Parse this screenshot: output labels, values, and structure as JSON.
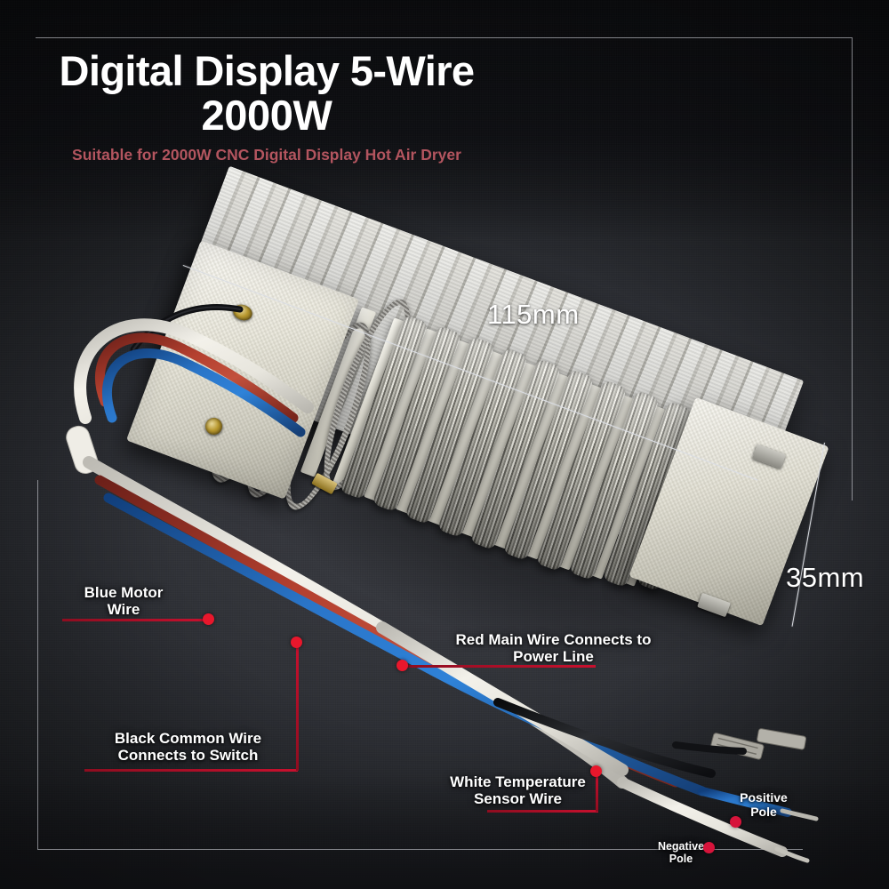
{
  "header": {
    "title_line1": "Digital Display 5-Wire",
    "title_line2": "2000W",
    "subtitle": "Suitable for 2000W CNC Digital Display Hot Air Dryer",
    "title_color": "#ffffff",
    "subtitle_color": "#b3555f"
  },
  "dimensions": {
    "length_label": "115mm",
    "height_label": "35mm",
    "line_color": "#d9dce2"
  },
  "annotations": {
    "accent_color": "#c8102e",
    "dot_color": "#e8172c",
    "items": [
      {
        "id": "blue-motor-wire",
        "label": "Blue Motor\nWire"
      },
      {
        "id": "black-common-wire",
        "label": "Black Common Wire\nConnects to Switch"
      },
      {
        "id": "red-main-wire",
        "label": "Red Main Wire Connects to\nPower Line"
      },
      {
        "id": "white-sensor-wire",
        "label": "White Temperature\nSensor Wire"
      },
      {
        "id": "positive-pole",
        "label": "Positive\nPole"
      },
      {
        "id": "negative-pole",
        "label": "Negative\nPole"
      }
    ]
  },
  "product": {
    "name": "ceramic-mica-heating-element",
    "wire_colors": {
      "red": "#a8352a",
      "blue": "#1d63b4",
      "white": "#eceae4",
      "black": "#16171a"
    },
    "body_color": "#e9e7dd",
    "coil_color": "#9a9991"
  },
  "background": {
    "color": "#2e3036",
    "frame_color": "#e1e4eb"
  }
}
